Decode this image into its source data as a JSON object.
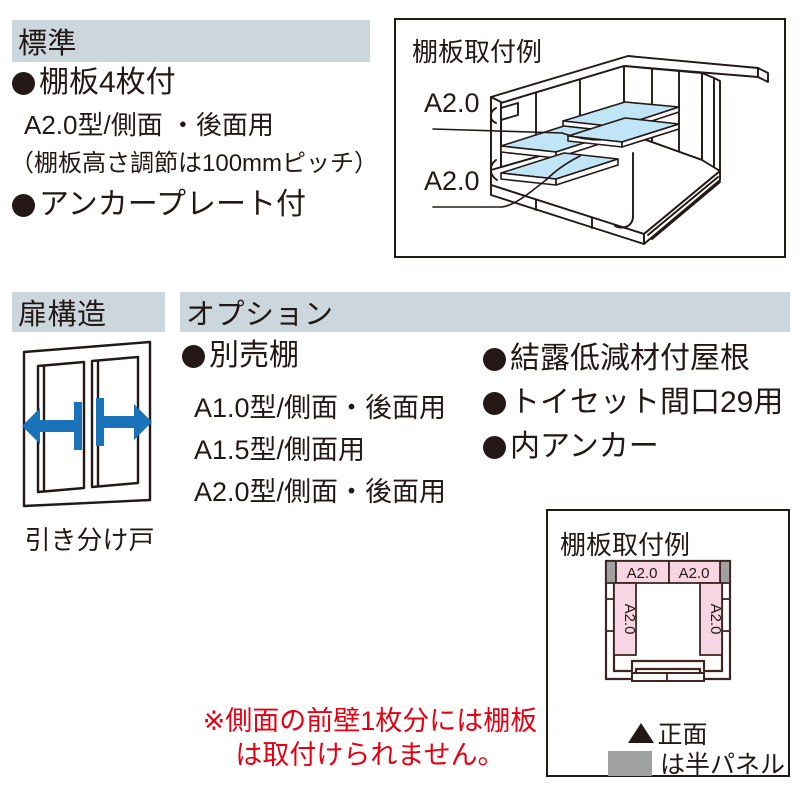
{
  "standard": {
    "header": "標準",
    "items": [
      {
        "bullet": true,
        "text": "棚板4枚付"
      },
      {
        "bullet": false,
        "text": "A2.0型/側面 ・後面用"
      },
      {
        "bullet": false,
        "text": "（棚板高さ調節は100mmピッチ）"
      },
      {
        "bullet": true,
        "text": "アンカープレート付"
      }
    ]
  },
  "shelf_example_iso": {
    "title": "棚板取付例",
    "label_upper": "A2.0",
    "label_lower": "A2.0",
    "shelf_color": "#bfe5f7"
  },
  "door": {
    "header": "扉構造",
    "caption": "引き分け戸",
    "arrow_color": "#1a72b8"
  },
  "options": {
    "header": "オプション",
    "left_column": [
      {
        "bullet": true,
        "text": "別売棚"
      },
      {
        "bullet": false,
        "text": "A1.0型/側面・後面用"
      },
      {
        "bullet": false,
        "text": "A1.5型/側面用"
      },
      {
        "bullet": false,
        "text": "A2.0型/側面・後面用"
      }
    ],
    "right_column": [
      {
        "bullet": true,
        "text": "結露低減材付屋根"
      },
      {
        "bullet": true,
        "text": "トイセット間口29用"
      },
      {
        "bullet": true,
        "text": "内アンカー"
      }
    ]
  },
  "note": {
    "line1": "※側面の前壁1枚分には棚板",
    "line2": "は取付けられません。",
    "color": "#e60012"
  },
  "floorplan": {
    "title": "棚板取付例",
    "shelf_labels": {
      "top_left": "A2.0",
      "top_right": "A2.0",
      "side_left": "A2.0",
      "side_right": "A2.0"
    },
    "front_label": "正面",
    "legend_text": "は半パネル",
    "shelf_color": "#f7d5e3",
    "half_panel_color": "#9fa0a0",
    "outline_color": "#3e2723"
  }
}
